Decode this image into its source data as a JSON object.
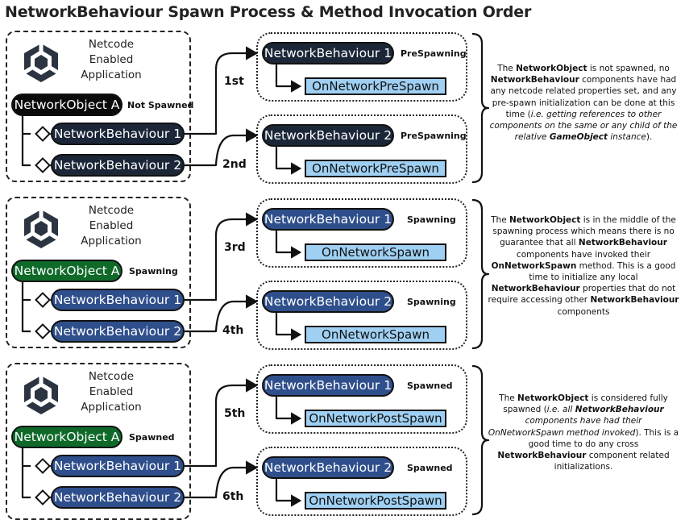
{
  "title": "NetworkBehaviour Spawn Process & Method Invocation Order",
  "app_label": [
    "Netcode",
    "Enabled",
    "Application"
  ],
  "network_object_label": "NetworkObject A",
  "nb1": "NetworkBehaviour 1",
  "nb2": "NetworkBehaviour 2",
  "colors": {
    "not_spawned": "#0b0b0b",
    "spawning": "#0f6a2a",
    "spawned": "#0f6a2a",
    "method_fill": "#9fd0f3",
    "pre_nb": "#1b2738",
    "spawn_nb": "#2f4f8c"
  },
  "sections": [
    {
      "object_status": "Not Spawned",
      "phase_status": "PreSpawning",
      "method": "OnNetworkPreSpawn",
      "orders": [
        "1st",
        "2nd"
      ],
      "description": "The **NetworkObject** is not spawned, no **NetworkBehaviour** components have had any netcode related properties set, and any pre-spawn initialization can be done at this time (*i.e. getting references to other components on the same or any child of the relative* ***GameObject*** *instance*)."
    },
    {
      "object_status": "Spawning",
      "phase_status": "Spawning",
      "method": "OnNetworkSpawn",
      "orders": [
        "3rd",
        "4th"
      ],
      "description": "The **NetworkObject** is in the middle of the spawning process which means there is no guarantee that all **NetworkBehaviour** components have invoked their **OnNetworkSpawn** method. This is a good time to initialize any local **NetworkBehaviour** properties that do not require accessing other **NetworkBehaviour** components"
    },
    {
      "object_status": "Spawned",
      "phase_status": "Spawned",
      "method": "OnNetworkPostSpawn",
      "orders": [
        "5th",
        "6th"
      ],
      "description": "The **NetworkObject** is considered fully spawned (*i.e. all* ***NetworkBehaviour*** *components have had their OnNetworkSpawn method invoked*). This is a good time to do any cross **NetworkBehaviour** component related initializations."
    }
  ]
}
